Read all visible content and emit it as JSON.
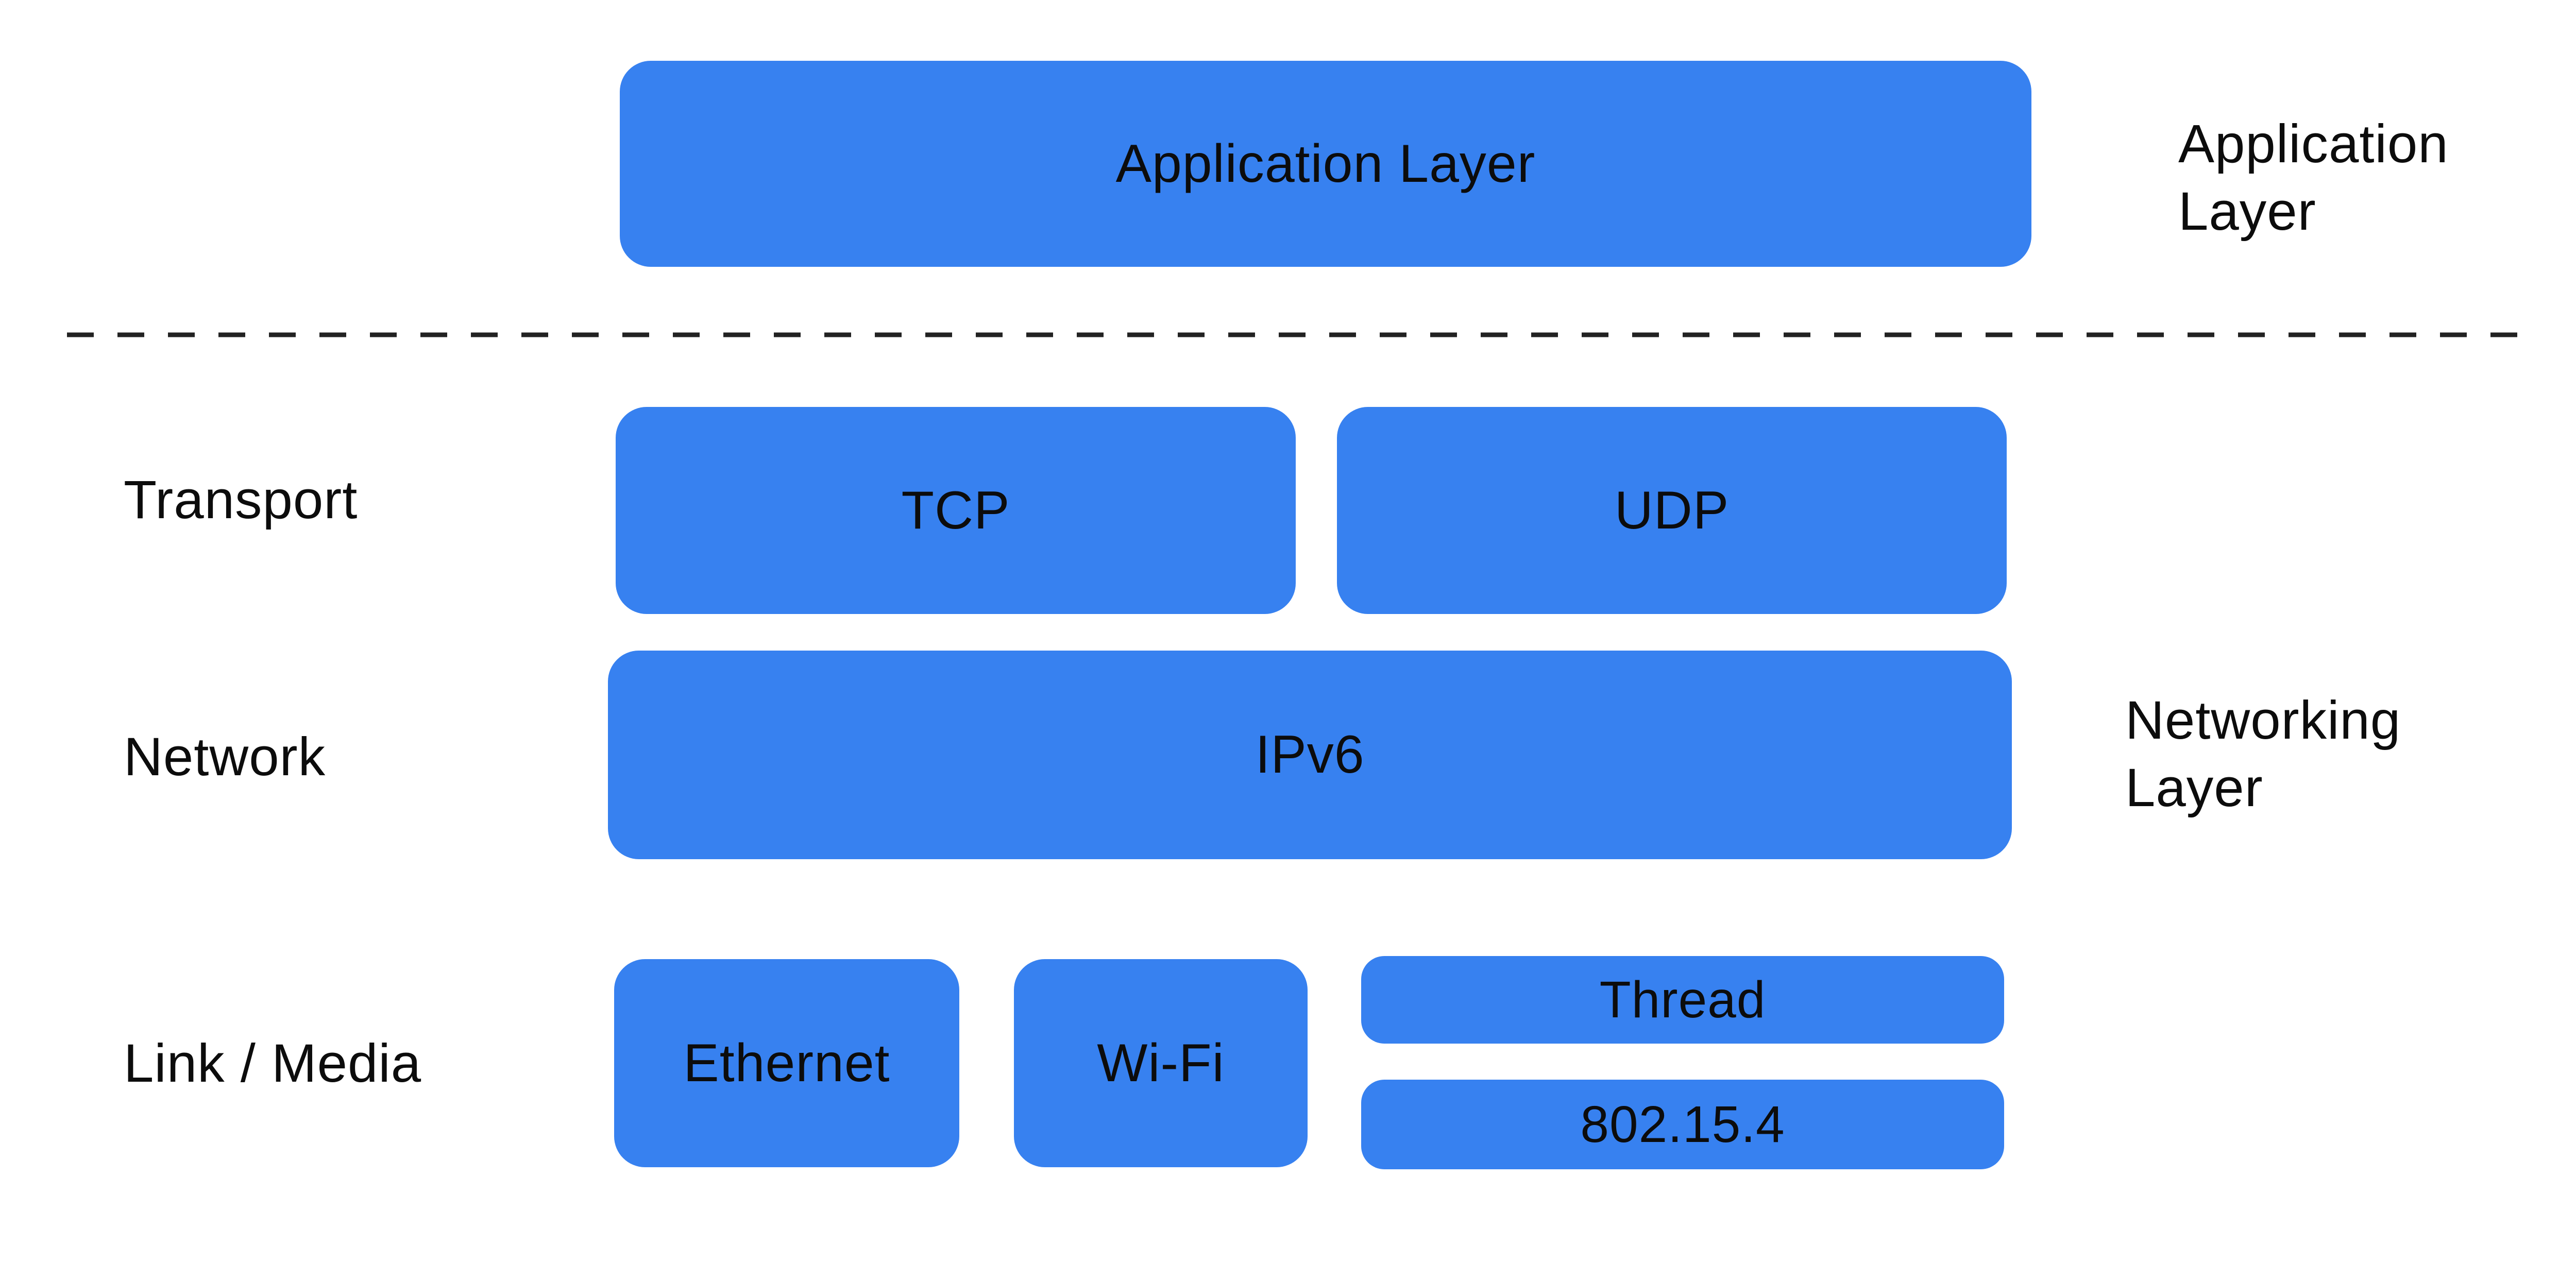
{
  "colors": {
    "box_blue": "#3781F0",
    "text": "#0C0C0C",
    "divider": "#222222",
    "background": "#FFFFFF"
  },
  "stack": {
    "application": {
      "box_label": "Application Layer",
      "side_label_lines": [
        "Application",
        "Layer"
      ]
    },
    "transport": {
      "left_label": "Transport",
      "boxes": [
        "TCP",
        "UDP"
      ]
    },
    "network": {
      "left_label": "Network",
      "box_label": "IPv6",
      "side_label_lines": [
        "Networking",
        "Layer"
      ]
    },
    "link": {
      "left_label": "Link / Media",
      "boxes": [
        "Ethernet",
        "Wi-Fi",
        "Thread",
        "802.15.4"
      ]
    }
  }
}
